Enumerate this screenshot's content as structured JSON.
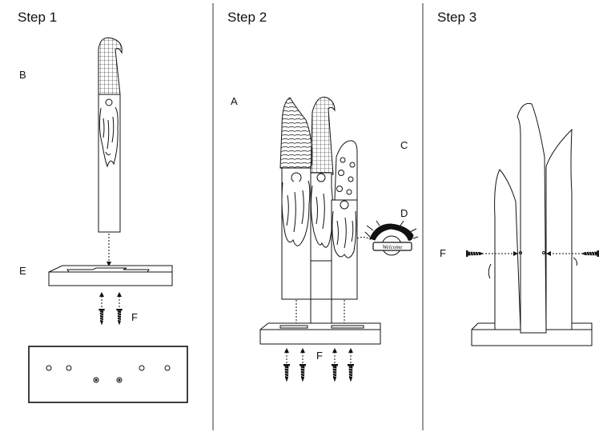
{
  "steps": [
    {
      "title": "Step 1"
    },
    {
      "title": "Step 2"
    },
    {
      "title": "Step 3"
    }
  ],
  "parts": {
    "step1": {
      "gnome_label": "B",
      "base_label": "E",
      "screw_label": "F"
    },
    "step2": {
      "gnome_left_label": "A",
      "gnome_right_label": "C",
      "sign_label": "D",
      "screw_label": "F",
      "sign_text": "Welcome"
    },
    "step3": {
      "screw_label": "F"
    }
  },
  "colors": {
    "line": "#111111",
    "background": "#ffffff"
  }
}
